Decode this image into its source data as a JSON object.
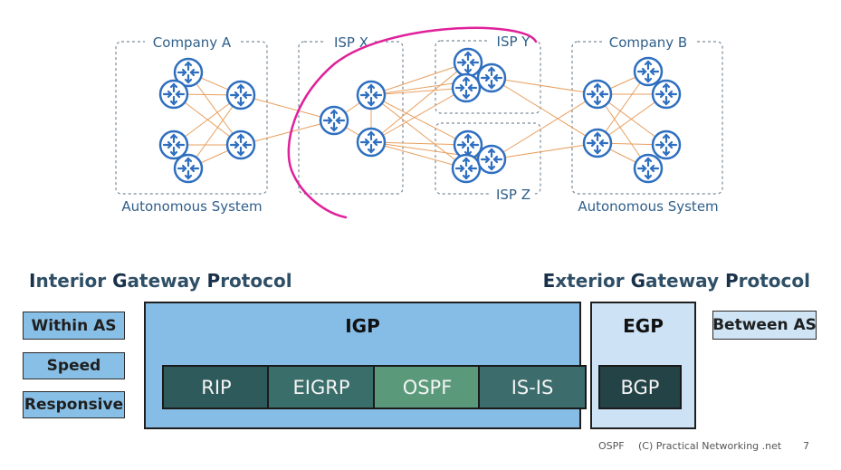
{
  "diagram": {
    "groups": {
      "company_a": "Company A",
      "isp_x": "ISP X",
      "isp_y": "ISP Y",
      "isp_z": "ISP Z",
      "company_b": "Company B"
    },
    "as_label_left": "Autonomous System",
    "as_label_right": "Autonomous System",
    "router_icon": "router-icon"
  },
  "igp_heading": {
    "p1": "I",
    "p2": "nterior ",
    "p3": "G",
    "p4": "ateway ",
    "p5": "P",
    "p6": "rotocol"
  },
  "egp_heading": {
    "p1": "E",
    "p2": "xterior ",
    "p3": "G",
    "p4": "ateway ",
    "p5": "P",
    "p6": "rotocol"
  },
  "tags": {
    "within_as": "Within AS",
    "speed": "Speed",
    "responsive": "Responsive",
    "between_as": "Between AS"
  },
  "igp_box": {
    "title": "IGP",
    "protocols": [
      "RIP",
      "EIGRP",
      "OSPF",
      "IS-IS"
    ]
  },
  "egp_box": {
    "title": "EGP",
    "protocols": [
      "BGP"
    ]
  },
  "footer": {
    "topic": "OSPF",
    "copyright": "(C) Practical Networking .net",
    "page": "7"
  },
  "colors": {
    "accent_blue": "#2f6fc0",
    "link_orange": "#e8a060",
    "annotation_magenta": "#e0209a",
    "igp_fill": "#86bde6",
    "egp_fill": "#cde3f5",
    "rip": "#2f5a5c",
    "eigrp": "#3a6e6a",
    "ospf": "#5a9a7a",
    "isis": "#3c6c6c",
    "bgp": "#244346"
  }
}
